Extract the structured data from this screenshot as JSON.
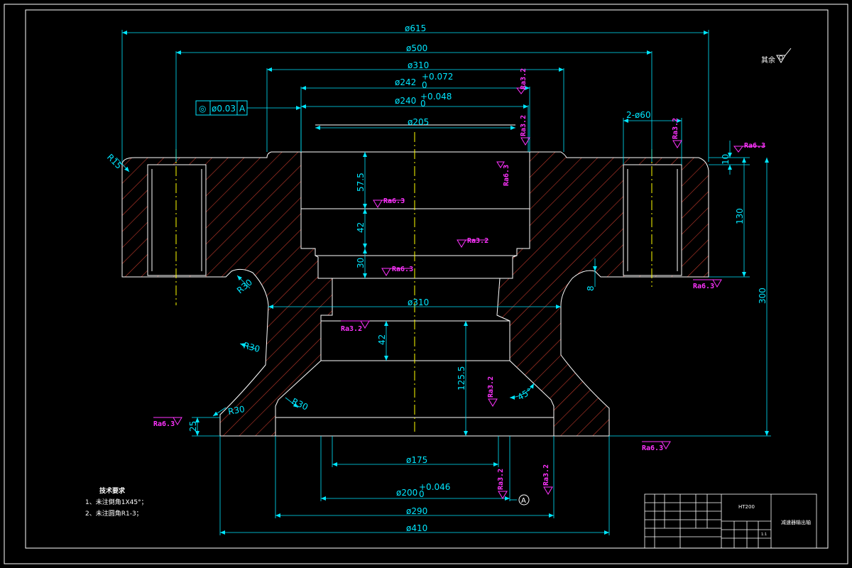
{
  "drawing": {
    "dimensions": {
      "d615": "ø615",
      "d500": "ø500",
      "d310_top": "ø310",
      "d242": "ø242",
      "d242_tol": "+0.072",
      "d242_tol0": "0",
      "d240": "ø240",
      "d240_tol": "+0.048",
      "d240_tol0": "0",
      "d205": "ø205",
      "hole_2_60": "2-ø60",
      "d310_mid": "ø310",
      "d175": "ø175",
      "d200": "ø200",
      "d200_tol": "+0.046",
      "d200_tol0": "0",
      "d290": "ø290",
      "d410": "ø410",
      "v57_5": "57.5",
      "v42_top": "42",
      "v30": "30",
      "v42_mid": "42",
      "v125_5": "125.5",
      "v25": "25",
      "v10": "10",
      "v130": "130",
      "v8": "8",
      "v300": "300",
      "r15": "R15",
      "r30_a": "R30",
      "r30_b": "R30",
      "r30_c": "R30",
      "r30_d": "R30",
      "angle45": "45°"
    },
    "tolerance_frame": {
      "symbol": "◎",
      "value": "ø0.03",
      "datum": "A"
    },
    "datum_label": "A",
    "roughness": {
      "ra32_a": "Ra3.2",
      "ra32_b": "Ra3.2",
      "ra63_right_top": "Ra6.3",
      "ra32_right_small": "Ra3.2",
      "ra63_vert": "Ra6.3",
      "ra63_left": "Ra6.3",
      "ra32_mid": "Ra3.2",
      "ra63_mid": "Ra6.3",
      "ra63_right": "Ra6.3",
      "ra32_lower_left": "Ra3.2",
      "ra32_lower_vert": "Ra3.2",
      "ra63_bottom_left": "Ra6.3",
      "ra63_bottom": "Ra6.3",
      "ra32_bottom_a": "Ra3.2",
      "ra32_bottom_b": "Ra3.2"
    },
    "corner_note": "其余",
    "tech_requirements": {
      "title": "技术要求",
      "item1": "1、未注倒角1X45°；",
      "item2": "2、未注圆角R1-3；"
    },
    "title_block": {
      "material": "HT200",
      "name": "减速器输出轴",
      "scale": "1:1"
    }
  },
  "colors": {
    "background": "#000000",
    "outline": "#ffffff",
    "dimension": "#00e6ff",
    "hatch": "#c0392b",
    "roughness": "#ff33ff",
    "centerline": "#ffff00"
  }
}
